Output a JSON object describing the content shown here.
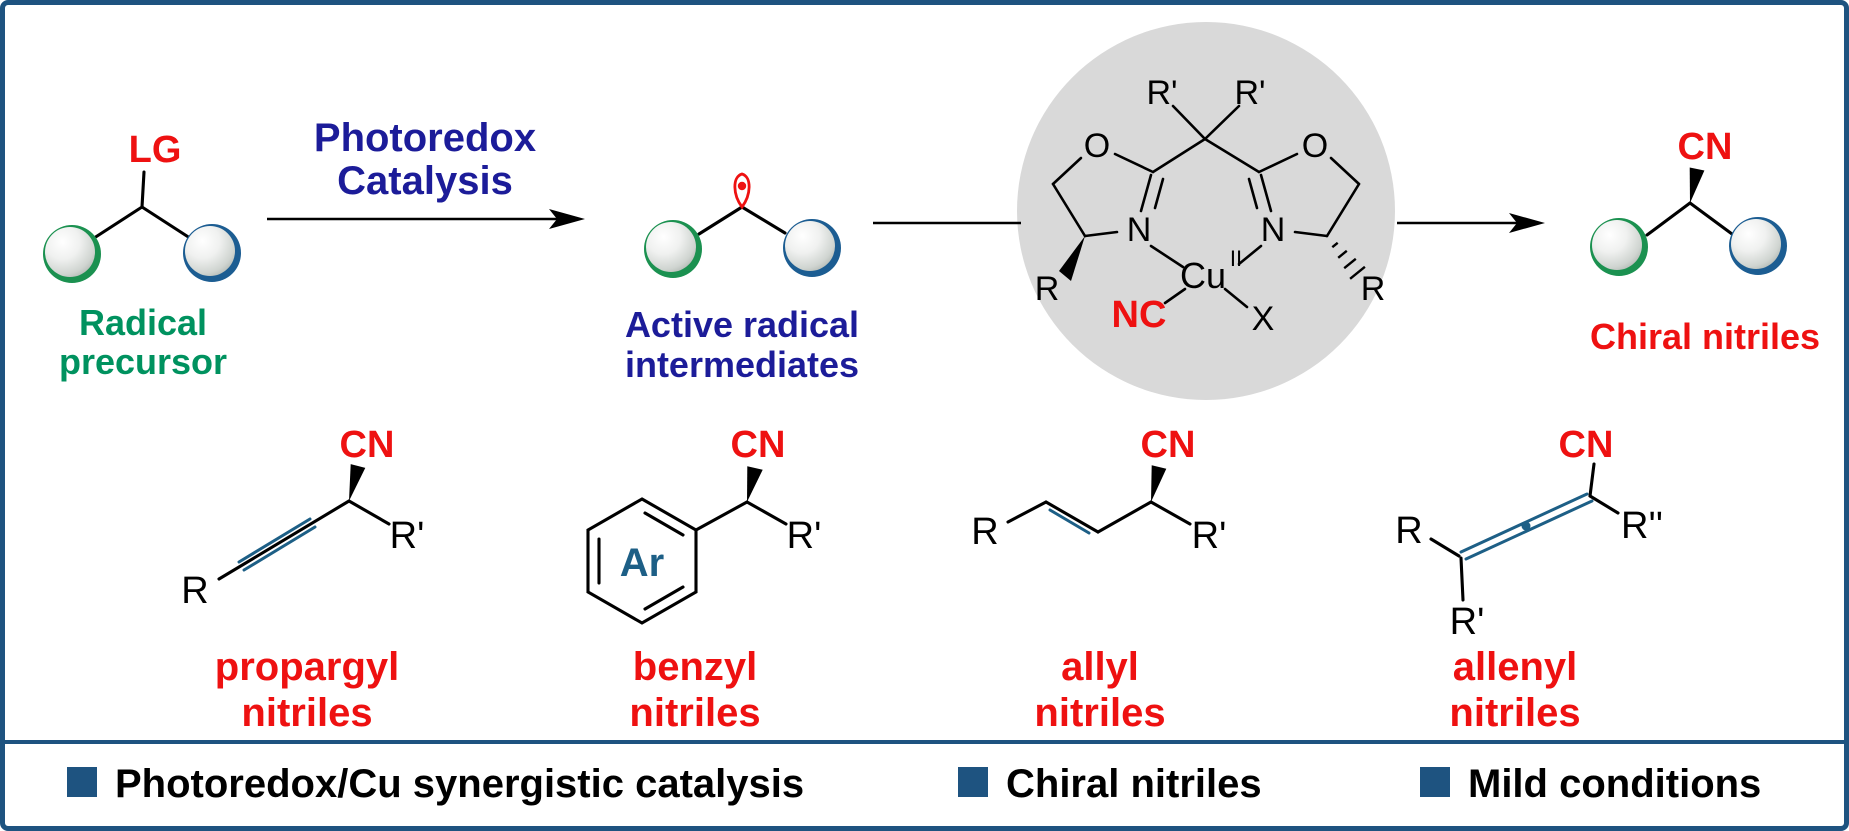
{
  "colors": {
    "frame_blue": "#1e5380",
    "navy_text": "#1c1c99",
    "red_text": "#ee1111",
    "green_text": "#00925f",
    "teal_accent": "#1d5f86",
    "catalyst_circle_gray": "#d9d9d9",
    "sphere_rim_green": "#1b9150",
    "sphere_rim_blue": "#1c5d92"
  },
  "scheme": {
    "precursor": {
      "leaving_group": "LG",
      "caption": [
        "Radical",
        "precursor"
      ]
    },
    "step1": {
      "label": [
        "Photoredox",
        "Catalysis"
      ]
    },
    "intermediate": {
      "caption": [
        "Active radical",
        "intermediates"
      ]
    },
    "catalyst": {
      "r_prime_left": "R'",
      "r_prime_right": "R'",
      "oxygen_left": "O",
      "oxygen_right": "O",
      "nitrogen_left": "N",
      "nitrogen_right": "N",
      "copper": "Cu",
      "oxidation_state": "II",
      "cyanide": "NC",
      "halide": "X",
      "r_left": "R",
      "r_right": "R"
    },
    "product": {
      "nitrile": "CN",
      "caption": "Chiral nitriles"
    }
  },
  "products": [
    {
      "name_line1": "propargyl",
      "name_line2": "nitriles",
      "labels": {
        "r": "R",
        "cn": "CN",
        "r_prime": "R'"
      }
    },
    {
      "name_line1": "benzyl",
      "name_line2": "nitriles",
      "labels": {
        "ar": "Ar",
        "cn": "CN",
        "r_prime": "R'"
      }
    },
    {
      "name_line1": "allyl",
      "name_line2": "nitriles",
      "labels": {
        "r": "R",
        "cn": "CN",
        "r_prime": "R'"
      }
    },
    {
      "name_line1": "allenyl",
      "name_line2": "nitriles",
      "labels": {
        "r": "R",
        "r_prime": "R'",
        "cn": "CN",
        "r_double_prime": "R''"
      }
    }
  ],
  "footer": {
    "items": [
      "Photoredox/Cu synergistic catalysis",
      "Chiral nitriles",
      "Mild conditions"
    ]
  }
}
